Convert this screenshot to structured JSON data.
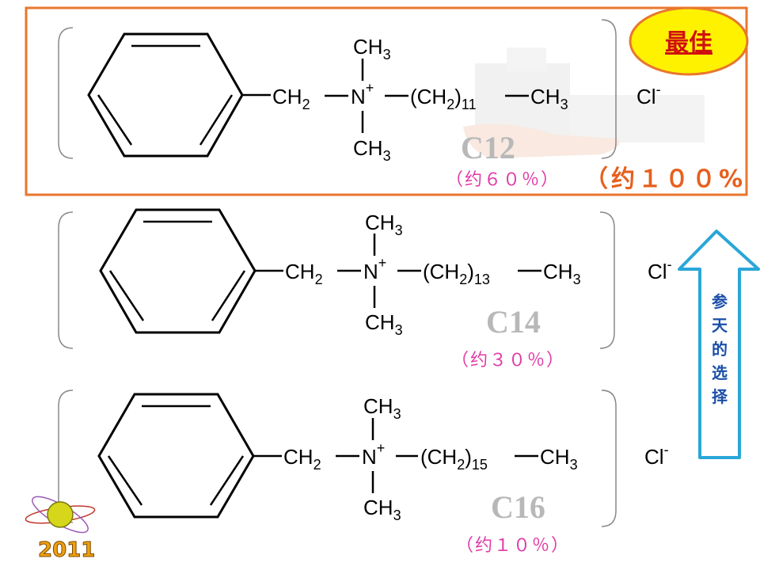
{
  "structures": [
    {
      "ch3_top": "CH",
      "ch3_top_sub": "3",
      "ch2": "CH",
      "ch2_sub": "2",
      "n": "N",
      "charge": "+",
      "chain_open": "(CH",
      "chain_sub1": "2",
      "chain_close": ")",
      "chain_n": "11",
      "ch3_end": "CH",
      "ch3_end_sub": "3",
      "ch3_bottom": "CH",
      "ch3_bottom_sub": "3",
      "counterion": "Cl",
      "counterion_charge": "-",
      "label": "C12",
      "percent": "（约６０％）"
    },
    {
      "ch3_top": "CH",
      "ch3_top_sub": "3",
      "ch2": "CH",
      "ch2_sub": "2",
      "n": "N",
      "charge": "+",
      "chain_open": "(CH",
      "chain_sub1": "2",
      "chain_close": ")",
      "chain_n": "13",
      "ch3_end": "CH",
      "ch3_end_sub": "3",
      "ch3_bottom": "CH",
      "ch3_bottom_sub": "3",
      "counterion": "Cl",
      "counterion_charge": "-",
      "label": "C14",
      "percent": "（约３０％）"
    },
    {
      "ch3_top": "CH",
      "ch3_top_sub": "3",
      "ch2": "CH",
      "ch2_sub": "2",
      "n": "N",
      "charge": "+",
      "chain_open": "(CH",
      "chain_sub1": "2",
      "chain_close": ")",
      "chain_n": "15",
      "ch3_end": "CH",
      "ch3_end_sub": "3",
      "ch3_bottom": "CH",
      "ch3_bottom_sub": "3",
      "counterion": "Cl",
      "counterion_charge": "-",
      "label": "C16",
      "percent": "（约１０％）"
    }
  ],
  "best_badge": "最佳",
  "best_percent": "（约１００%",
  "arrow_text": [
    "参",
    "天",
    "的",
    "选",
    "择"
  ],
  "year": "2011",
  "colors": {
    "highlight_box": "#e8772e",
    "badge_fill": "#fff200",
    "badge_border": "#e8772e",
    "arrow_fill": "#ffffff",
    "arrow_stroke": "#2aa6d8",
    "label_gray": "#b8b8b8",
    "percent_pink": "#e13aa7"
  }
}
